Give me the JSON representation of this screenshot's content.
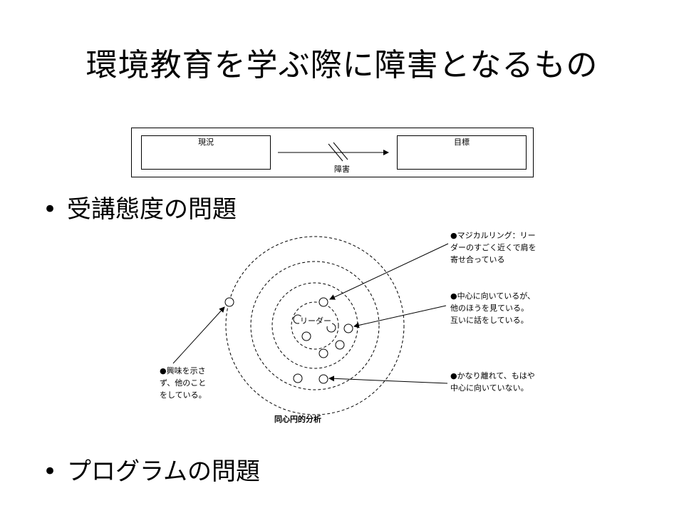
{
  "title": "環境教育を学ぶ際に障害となるもの",
  "flow": {
    "current_label": "現況",
    "goal_label": "目標",
    "obstacle_label": "障害"
  },
  "bullets": [
    {
      "marker": "•",
      "text": "受講態度の問題"
    },
    {
      "marker": "•",
      "text": "プログラムの問題"
    }
  ],
  "diagram": {
    "leader_label": "リーダー",
    "caption": "同心円的分析",
    "notes": {
      "magical": [
        "●マジカルリング：リー",
        "ダーのすごく近くで肩を",
        "寄せ合っている"
      ],
      "center": [
        "●中心に向いているが、",
        "他のほうを見ている。",
        "互いに話をしている。"
      ],
      "far": [
        "●かなり離れて、もはや",
        "中心に向いていない。"
      ],
      "interest": [
        "●興味を示さ",
        "ず、他のこと",
        "をしている。"
      ]
    }
  }
}
